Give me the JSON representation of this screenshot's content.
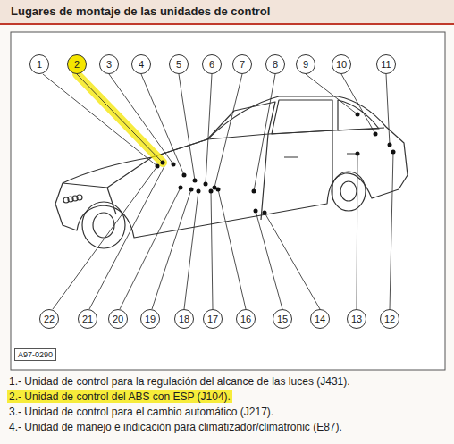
{
  "diagram": {
    "title": "Lugares de montaje de las unidades de control",
    "nodes": [
      {
        "text": [
          "1"
        ]
      },
      {
        "text": [
          "2"
        ]
      },
      {
        "text": [
          "3"
        ]
      },
      {
        "text": [
          "4"
        ]
      },
      {
        "text": [
          "5"
        ]
      },
      {
        "text": [
          "6"
        ]
      },
      {
        "text": [
          "7"
        ]
      },
      {
        "text": [
          "8"
        ]
      },
      {
        "text": [
          "9"
        ]
      },
      {
        "text": [
          "10"
        ]
      },
      {
        "text": [
          "11"
        ]
      },
      {
        "text": [
          "22"
        ]
      },
      {
        "text": [
          "21"
        ]
      },
      {
        "text": [
          "20"
        ]
      },
      {
        "text": [
          "19"
        ]
      },
      {
        "text": [
          "18"
        ]
      },
      {
        "text": [
          "17"
        ]
      },
      {
        "text": [
          "16"
        ]
      },
      {
        "text": [
          "15"
        ]
      },
      {
        "text": [
          "14"
        ]
      },
      {
        "text": [
          "13"
        ]
      },
      {
        "text": [
          "12"
        ]
      }
    ],
    "labels": [
      "A97-0290",
      "1.- Unidad de control para la regulación del alcance de las luces (J431).",
      "2.- Unidad de control del ABS con ESP (J104).",
      "3.- Unidad de control para el cambio automático (J217).",
      "4.- Unidad de manejo e indicación para climatizador/climatronic (E87)."
    ]
  }
}
